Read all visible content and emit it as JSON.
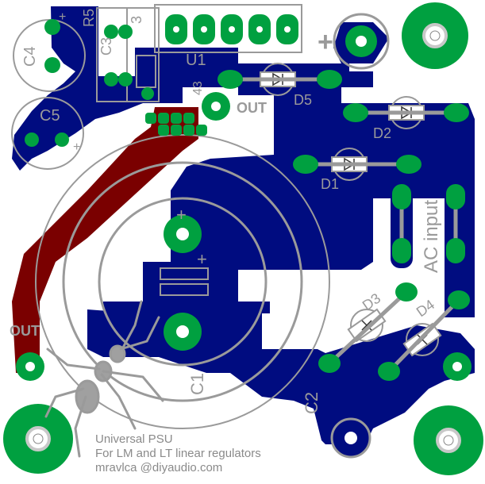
{
  "colors": {
    "background": "#ffffff",
    "copper_bottom": "#000c80",
    "copper_top": "#7a0000",
    "pad": "#00a040",
    "pad_hole": "#ffffff",
    "silkscreen": "#9a9a9a",
    "drill_ring": "#c8c8c8"
  },
  "labels": {
    "c4": "C4",
    "c5": "C5",
    "r5": "R5",
    "c3": "C3",
    "u1": "U1",
    "pin3": "3",
    "pin43": "43",
    "out_top": "OUT",
    "out_left": "OUT",
    "plus_top": "+",
    "d5": "D5",
    "d2": "D2",
    "d1": "D1",
    "d3": "D3",
    "d4": "D4",
    "ac_input": "AC input",
    "c1": "C1",
    "c2": "C2",
    "plus_c1": "+",
    "plus_small": "+",
    "plus_c4": "+",
    "plus_c5": "+",
    "credit_line1": "Universal PSU",
    "credit_line2": "For LM and LT linear regulators",
    "credit_line3": "mravlca    @diyaudio.com"
  },
  "icons": {
    "mounting_hole": "mounting-hole-icon",
    "ant_logo": "ant-logo-icon",
    "diode": "diode-symbol-icon"
  }
}
